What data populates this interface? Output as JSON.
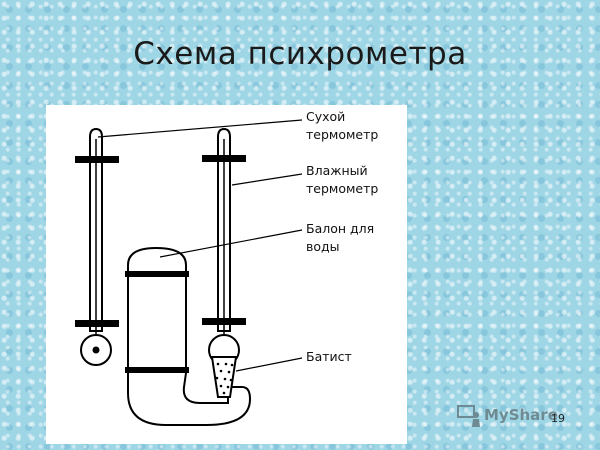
{
  "slide": {
    "title": "Схема  психрометра",
    "number": "19"
  },
  "diagram": {
    "labels": {
      "dry_line1": "Сухой",
      "dry_line2": "термометр",
      "wet_line1": "Влажный",
      "wet_line2": "термометр",
      "reservoir_line1": "Балон для",
      "reservoir_line2": "воды",
      "wick": "Батист"
    }
  },
  "watermark": {
    "text": "MyShare",
    "icon": "teacher-icon"
  },
  "colors": {
    "background": "#9fd6e6",
    "panel": "#ffffff",
    "ink": "#000000"
  }
}
